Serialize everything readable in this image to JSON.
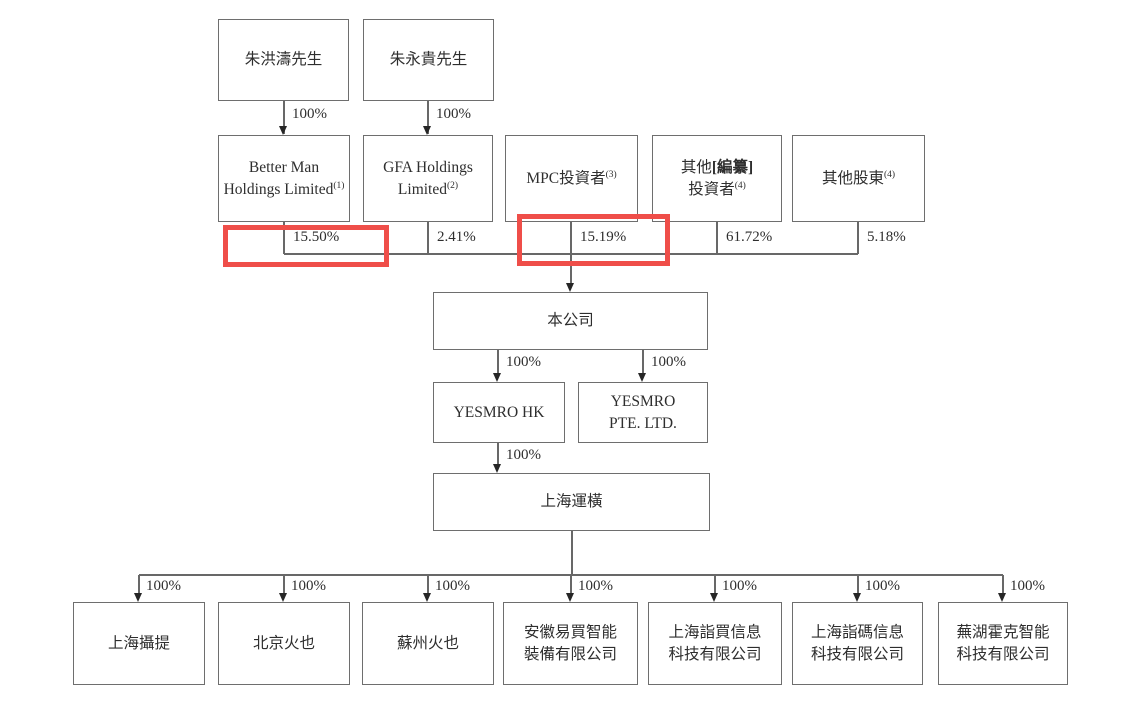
{
  "diagram": {
    "pct_full": "100%",
    "owners": [
      {
        "label": "朱洪濤先生"
      },
      {
        "label": "朱永貴先生"
      }
    ],
    "shareholders": [
      {
        "name": "Better Man\nHoldings Limited",
        "note": "(1)",
        "stake": "15.50%",
        "highlighted": true
      },
      {
        "name": "GFA Holdings\nLimited",
        "note": "(2)",
        "stake": "2.41%",
        "highlighted": false
      },
      {
        "name": "MPC投資者",
        "note": "(3)",
        "stake": "15.19%",
        "highlighted": true
      },
      {
        "name_prefix": "其他",
        "name_redacted": "[編纂]",
        "name_line2": "投資者",
        "note": "(4)",
        "stake": "61.72%",
        "highlighted": false
      },
      {
        "name": "其他股東",
        "note": "(4)",
        "stake": "5.18%",
        "highlighted": false
      }
    ],
    "company": {
      "label": "本公司"
    },
    "hk_subsidiary": {
      "label": "YESMRO HK"
    },
    "pte_subsidiary": {
      "label": "YESMRO\nPTE. LTD."
    },
    "wfoe": {
      "label": "上海運橫"
    },
    "subsidiaries": [
      {
        "label": "上海攝提"
      },
      {
        "label": "北京火也"
      },
      {
        "label": "蘇州火也"
      },
      {
        "label": "安徽易買智能\n裝備有限公司"
      },
      {
        "label": "上海詣買信息\n科技有限公司"
      },
      {
        "label": "上海詣碼信息\n科技有限公司"
      },
      {
        "label": "蕪湖霍克智能\n科技有限公司"
      }
    ],
    "colors": {
      "highlight": "#ef4e49",
      "line": "#686868",
      "text": "#2e2e2e"
    }
  }
}
